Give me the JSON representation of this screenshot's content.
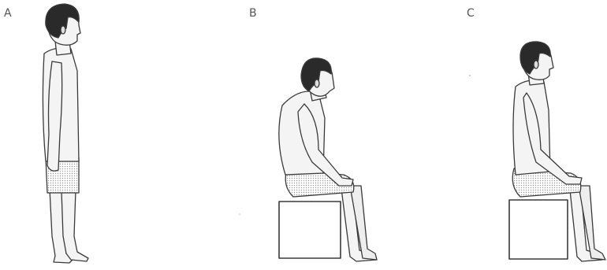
{
  "panels": [
    {
      "label": "A",
      "posture": "standing"
    },
    {
      "label": "B",
      "posture": "sitting-slouched"
    },
    {
      "label": "C",
      "posture": "sitting-upright"
    }
  ],
  "colors": {
    "hair": "#2a2a2a",
    "outline": "#3a3a3a",
    "skin": "#f2f2f2",
    "shading": "#9a9a9a"
  }
}
